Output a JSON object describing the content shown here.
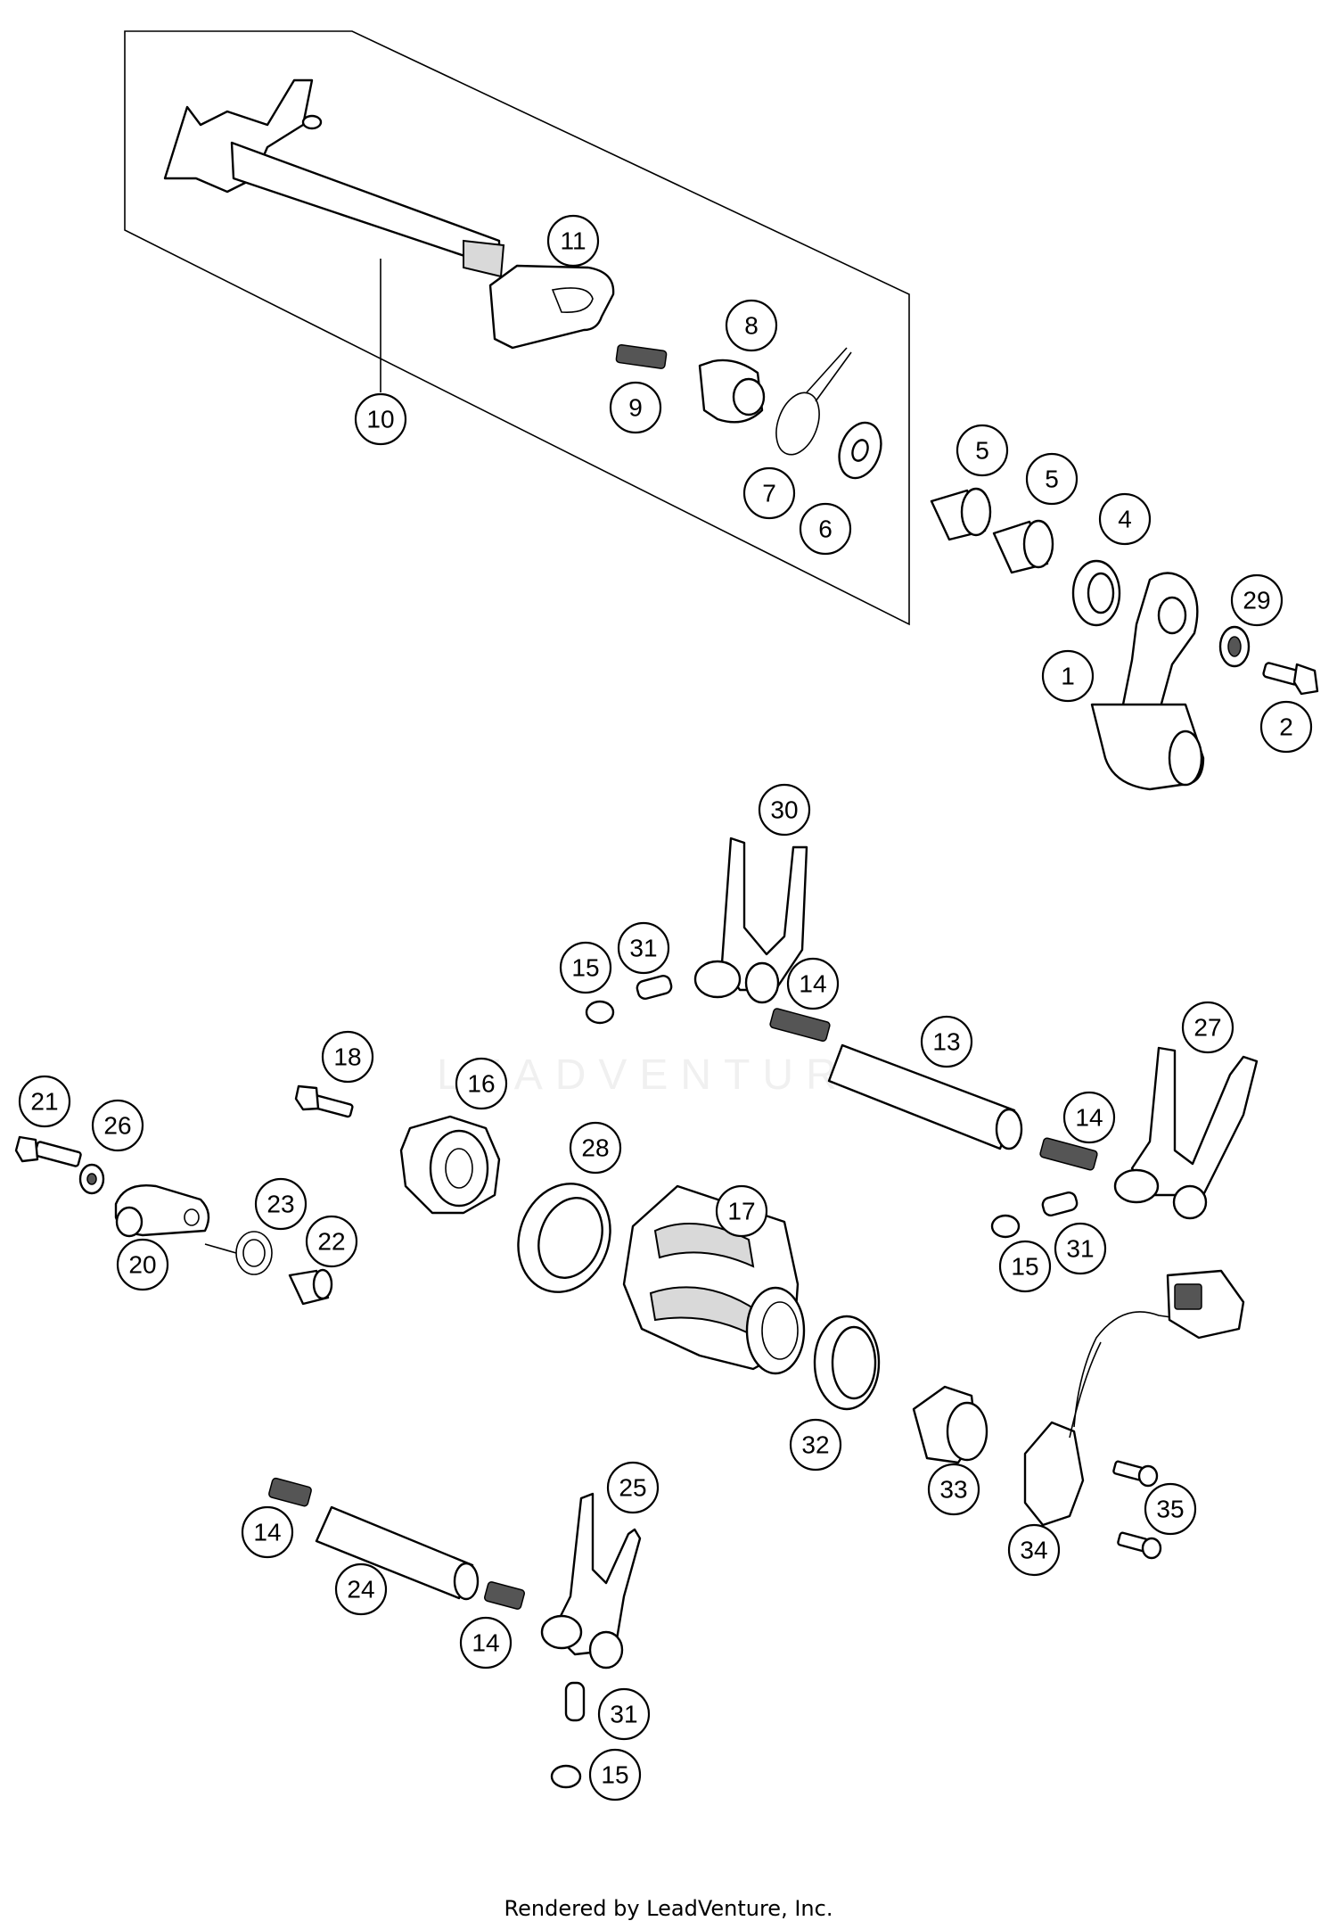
{
  "watermark": "LEADVENTURE",
  "footer": "Rendered by LeadVenture, Inc.",
  "callouts": [
    {
      "id": "c10",
      "label": "10"
    },
    {
      "id": "c11",
      "label": "11"
    },
    {
      "id": "c9",
      "label": "9"
    },
    {
      "id": "c8",
      "label": "8"
    },
    {
      "id": "c7",
      "label": "7"
    },
    {
      "id": "c6",
      "label": "6"
    },
    {
      "id": "c5a",
      "label": "5"
    },
    {
      "id": "c5b",
      "label": "5"
    },
    {
      "id": "c4",
      "label": "4"
    },
    {
      "id": "c29",
      "label": "29"
    },
    {
      "id": "c1",
      "label": "1"
    },
    {
      "id": "c2",
      "label": "2"
    },
    {
      "id": "c30",
      "label": "30"
    },
    {
      "id": "c31a",
      "label": "31"
    },
    {
      "id": "c15a",
      "label": "15"
    },
    {
      "id": "c14a",
      "label": "14"
    },
    {
      "id": "c13",
      "label": "13"
    },
    {
      "id": "c27",
      "label": "27"
    },
    {
      "id": "c14b",
      "label": "14"
    },
    {
      "id": "c31b",
      "label": "31"
    },
    {
      "id": "c15b",
      "label": "15"
    },
    {
      "id": "c18",
      "label": "18"
    },
    {
      "id": "c16",
      "label": "16"
    },
    {
      "id": "c21",
      "label": "21"
    },
    {
      "id": "c26",
      "label": "26"
    },
    {
      "id": "c28",
      "label": "28"
    },
    {
      "id": "c17",
      "label": "17"
    },
    {
      "id": "c23",
      "label": "23"
    },
    {
      "id": "c22",
      "label": "22"
    },
    {
      "id": "c20",
      "label": "20"
    },
    {
      "id": "c32",
      "label": "32"
    },
    {
      "id": "c33",
      "label": "33"
    },
    {
      "id": "c34",
      "label": "34"
    },
    {
      "id": "c35",
      "label": "35"
    },
    {
      "id": "c25",
      "label": "25"
    },
    {
      "id": "c14c",
      "label": "14"
    },
    {
      "id": "c24",
      "label": "24"
    },
    {
      "id": "c14d",
      "label": "14"
    },
    {
      "id": "c31c",
      "label": "31"
    },
    {
      "id": "c15c",
      "label": "15"
    }
  ]
}
